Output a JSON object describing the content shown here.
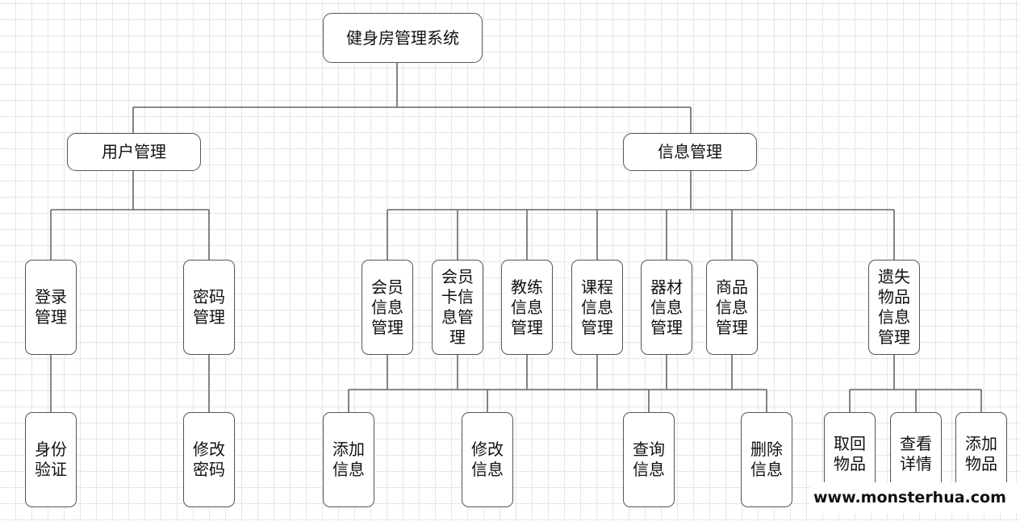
{
  "diagram": {
    "root": "健身房管理系统",
    "branches": {
      "user": {
        "label": "用户管理",
        "login": {
          "label": "登录管理",
          "child": "身份验证"
        },
        "password": {
          "label": "密码管理",
          "child": "修改密码"
        }
      },
      "info": {
        "label": "信息管理",
        "modules": [
          "会员信息管理",
          "会员卡信息管理",
          "教练信息管理",
          "课程信息管理",
          "器材信息管理",
          "商品信息管理"
        ],
        "operations": [
          "添加信息",
          "修改信息",
          "查询信息",
          "删除信息"
        ],
        "lost": {
          "label": "遗失物品信息管理",
          "children": [
            "取回物品",
            "查看详情",
            "添加物品"
          ]
        }
      }
    }
  },
  "watermark": "www.monsterhua.com"
}
